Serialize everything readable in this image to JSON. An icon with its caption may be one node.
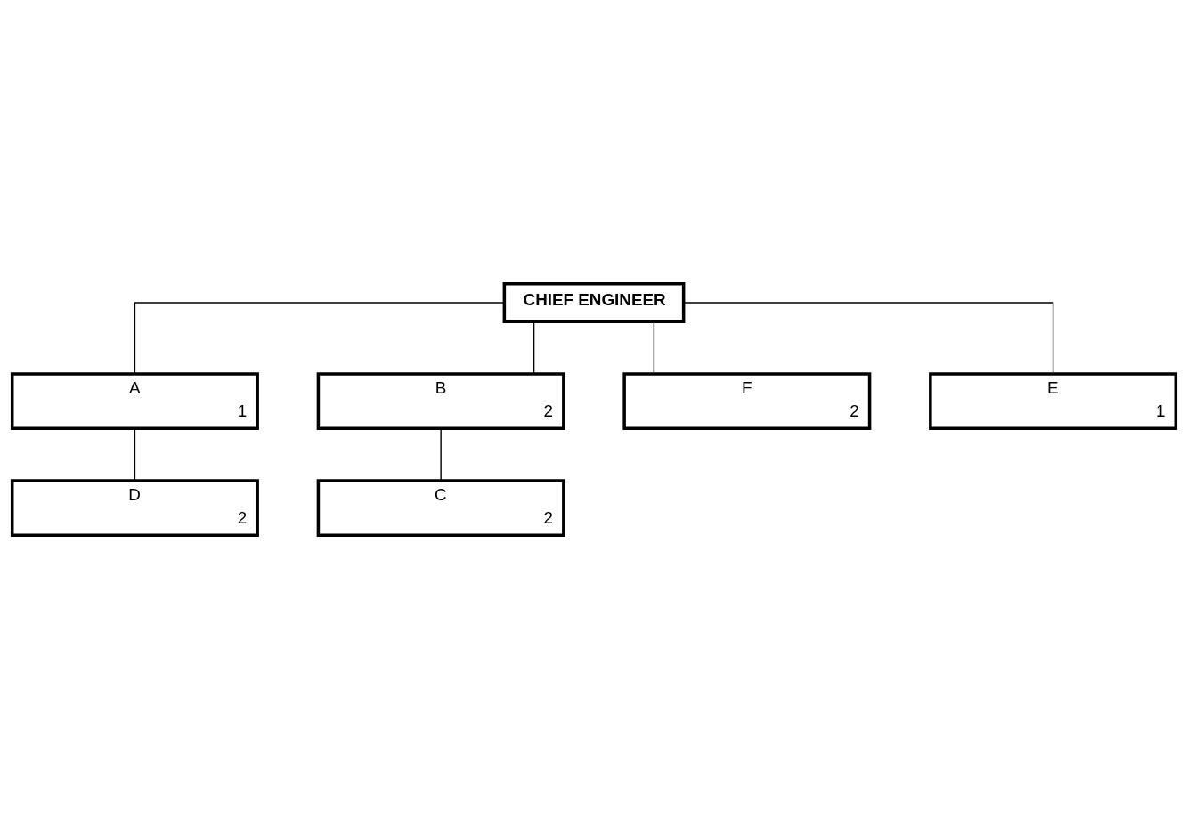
{
  "diagram": {
    "nodes": [
      {
        "text": [
          "CHIEF ENGINEER"
        ]
      },
      {
        "text": [
          "A",
          "1"
        ]
      },
      {
        "text": [
          "B",
          "2"
        ]
      },
      {
        "text": [
          "D",
          "2"
        ]
      },
      {
        "text": [
          "C",
          "2"
        ]
      },
      {
        "text": [
          "F",
          "2"
        ]
      },
      {
        "text": [
          "E",
          "1"
        ]
      }
    ],
    "edges": [
      {
        "from": 0,
        "to": 1,
        "arrow": "none"
      },
      {
        "from": 0,
        "to": 2,
        "arrow": "none"
      },
      {
        "from": 1,
        "to": 3,
        "arrow": "none"
      },
      {
        "from": 2,
        "to": 4,
        "arrow": "none"
      },
      {
        "from": 0,
        "to": 5,
        "arrow": "none"
      },
      {
        "from": 0,
        "to": 6,
        "arrow": "none"
      }
    ]
  }
}
